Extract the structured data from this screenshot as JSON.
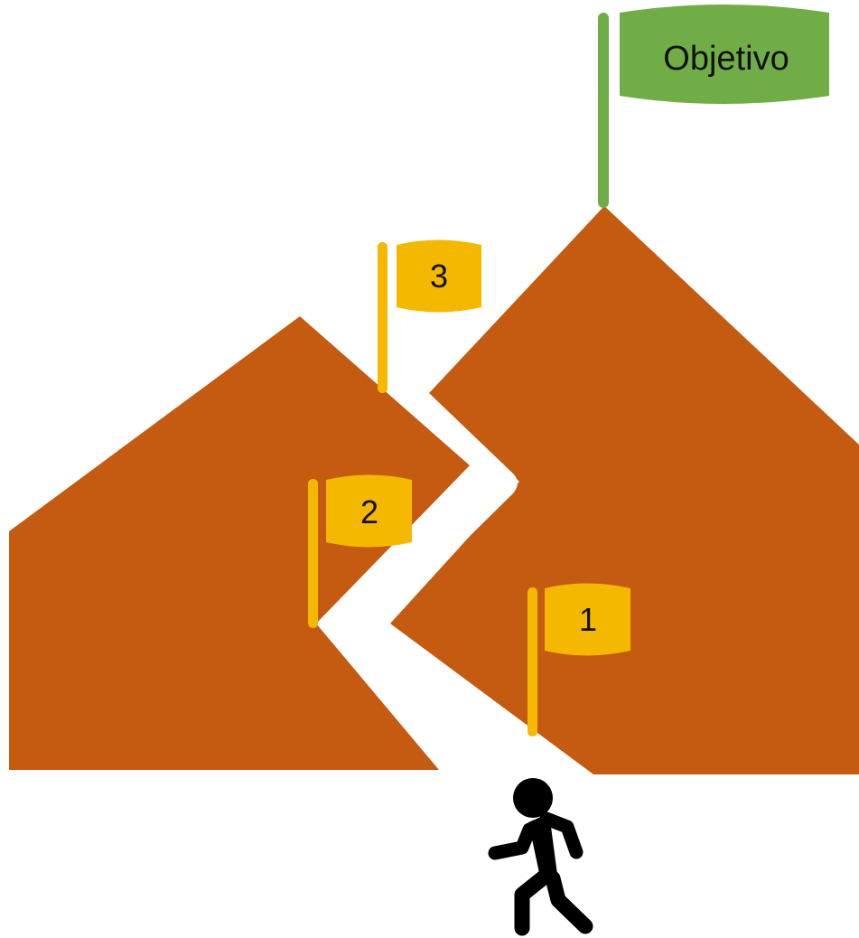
{
  "goal_flag": {
    "label": "Objetivo",
    "color": "#70ad47"
  },
  "milestone_flags": [
    {
      "label": "1",
      "color": "#f5b800"
    },
    {
      "label": "2",
      "color": "#f5b800"
    },
    {
      "label": "3",
      "color": "#f5b800"
    }
  ],
  "mountain_color": "#c55a11",
  "path_color": "#ffffff",
  "walker_icon": "person-walking-icon",
  "walker_color": "#000000"
}
